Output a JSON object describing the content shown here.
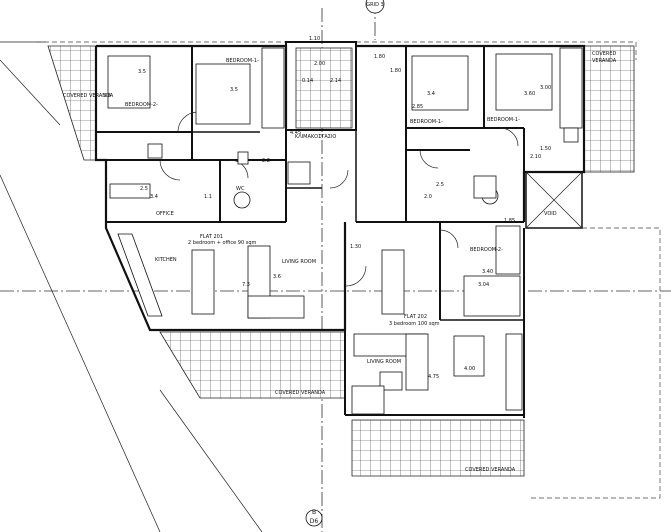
{
  "markers": {
    "top": "GRID 3",
    "bottom_top": "B",
    "bottom_bottom": "D6"
  },
  "labels": {
    "covered_veranda_left": "COVERED VERANDA",
    "covered_veranda_right_1": "COVERED",
    "covered_veranda_right_2": "VERANDA",
    "bedroom1_left": "BEDROOM-1-",
    "bedroom2_left": "BEDROOM-2-",
    "office": "OFFICE",
    "wc": "WC",
    "kitchen": "KITCHEN",
    "flat201_title": "FLAT 201",
    "flat201_sub": "2 bedroom + office 90 sqm",
    "living_room_left": "LIVING ROOM",
    "stair": "ΚΛΙΜΑΚΟΣΤΑΣΙΟ",
    "bedroom1_right": "BEDROOM-1-",
    "bedroom_right_top": "BEDROOM-1-",
    "void": "VOID",
    "bedroom2_right": "BEDROOM-2-",
    "flat202_title": "FLAT 202",
    "flat202_sub": "3 bedroom 100 sqm",
    "living_room_right": "LIVING ROOM",
    "covered_veranda_bottom_left": "COVERED VERANDA",
    "covered_veranda_bottom_right": "COVERED VERANDA"
  },
  "dimensions": {
    "d_1_10": "1.10",
    "d_3_5_a": "3.5",
    "d_3_5_b": "3.5",
    "d_3_6": "3.6",
    "d_2_00": "2.00",
    "d_1_80_a": "1.80",
    "d_1_80_b": "1.80",
    "d_3_4_a": "3.4",
    "d_3_00": "3.00",
    "d_2_85": "2.85",
    "d_3_60": "3.60",
    "d_4_45": "4.45",
    "d_2_2": "2.2",
    "d_2_5_a": "2.5",
    "d_3_4_b": "3.4",
    "d_1_1": "1.1",
    "d_1_50": "1.50",
    "d_2_10": "2.10",
    "d_2_5_b": "2.5",
    "d_2_0": "2.0",
    "d_1_85": "1.85",
    "d_1_30": "1.30",
    "d_3_40": "3.40",
    "d_3_04": "3.04",
    "d_7_3": "7.3",
    "d_3_6_b": "3.6",
    "d_4_00": "4.00",
    "d_4_75": "4.75",
    "d_0_14": "0.14",
    "d_2_14": "2.14"
  }
}
